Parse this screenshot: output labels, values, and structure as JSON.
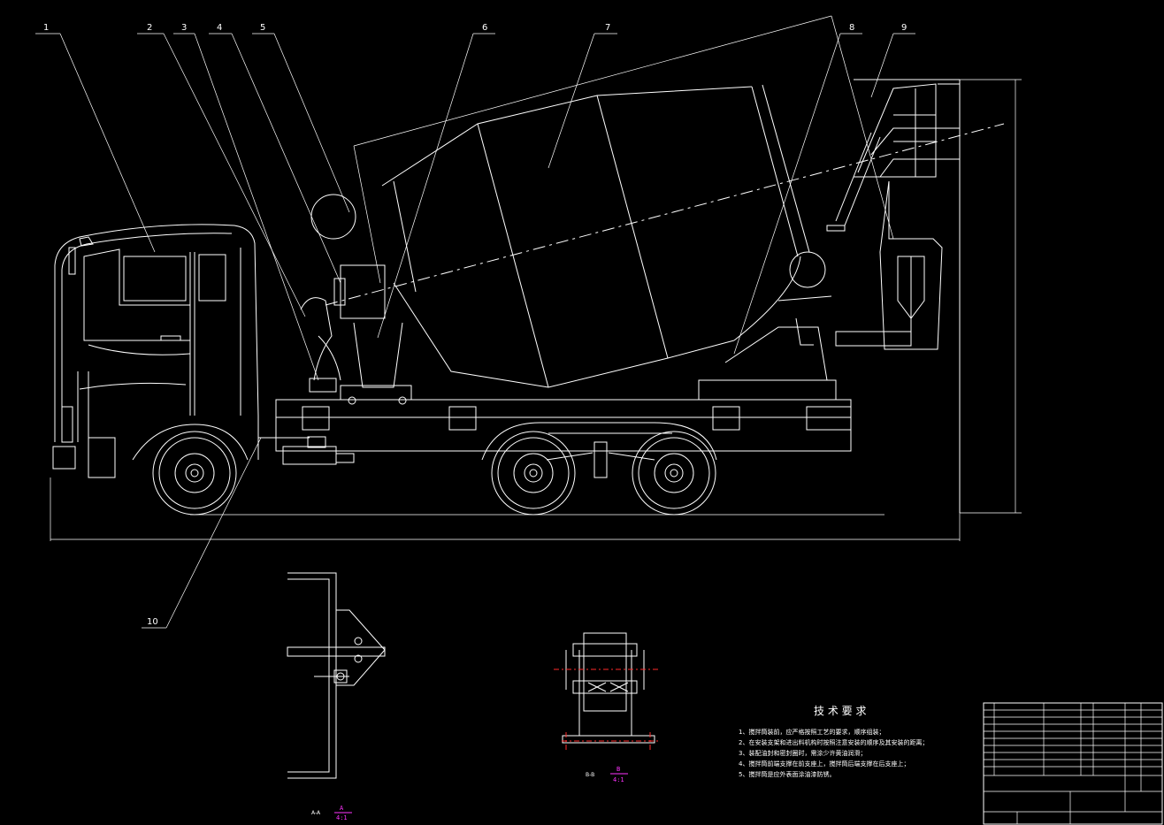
{
  "drawing": {
    "callouts": [
      "1",
      "2",
      "3",
      "4",
      "5",
      "6",
      "7",
      "8",
      "9",
      "10"
    ],
    "section_a_label": "A-A",
    "section_a_scale_top": "A",
    "section_a_scale_bottom": "4:1",
    "section_b_label": "B-B",
    "section_b_scale_top": "B",
    "section_b_scale_bottom": "4:1"
  },
  "tech_requirements": {
    "title": "技 术 要 求",
    "items": [
      "1、搅拌筒装前，应严格按照工艺的要求，顺序组装；",
      "2、在安装支架和进出料机构时按照注意安装的顺序及其安装的距离；",
      "3、装配油封和密封圈时，需涂少许黄油润滑；",
      "4、搅拌筒前端支撑在前支座上，搅拌筒后端支撑在后支座上；",
      "5、搅拌筒是应外表面涂油漆防锈。"
    ]
  },
  "colors": {
    "line": "#ffffff",
    "centerline": "#ff2a2a",
    "scale": "#ff33ff",
    "background": "#000000"
  }
}
